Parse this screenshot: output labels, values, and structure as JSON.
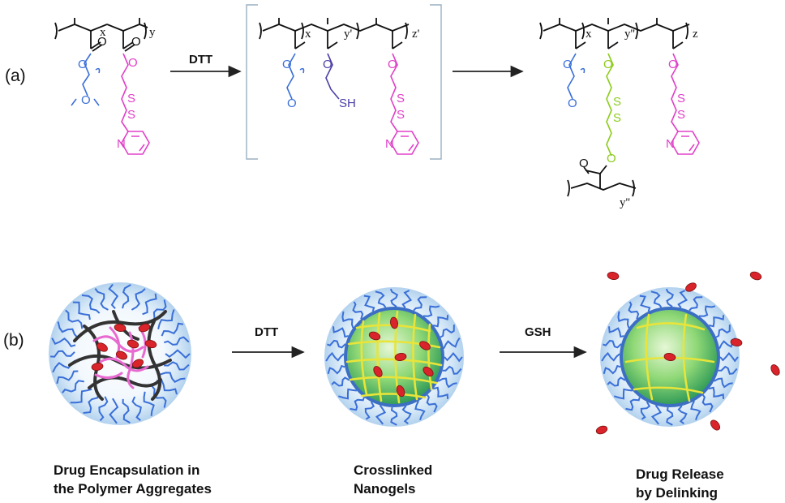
{
  "panel_a": {
    "label": "(a)",
    "arrow1_label": "DTT",
    "mol1": {
      "sub_x": "x",
      "sub_y": "y",
      "atom_o": "O",
      "atom_s": "S",
      "atom_n": "N"
    },
    "mol2": {
      "sub_x": "x",
      "sub_y": "y'",
      "sub_z": "z'",
      "atom_o": "O",
      "atom_sh": "SH",
      "atom_s": "S",
      "atom_n": "N"
    },
    "mol3": {
      "sub_x": "x",
      "sub_y": "y''",
      "sub_z": "z",
      "sub_y2": "y''",
      "atom_o": "O",
      "atom_s": "S",
      "atom_n": "N"
    }
  },
  "panel_b": {
    "label": "(b)",
    "arrow1_label": "DTT",
    "arrow2_label": "GSH",
    "stage1": {
      "caption_line1": "Drug Encapsulation in",
      "caption_line2": "the Polymer Aggregates"
    },
    "stage2": {
      "caption_line1": "Crosslinked",
      "caption_line2": "Nanogels"
    },
    "stage3": {
      "caption_line1": "Drug Release",
      "caption_line2": "by Delinking"
    }
  },
  "colors": {
    "peg_blue": "#3a6fd8",
    "thiol_purple": "#4b3fa6",
    "pyridyl_magenta": "#e040c8",
    "crosslink_green": "#8ccc1c",
    "drug_red": "#d8242a",
    "core_green": "#7dd36b",
    "shell_blue": "#cfe4f6",
    "crosslink_yellow": "#e8e43a"
  }
}
